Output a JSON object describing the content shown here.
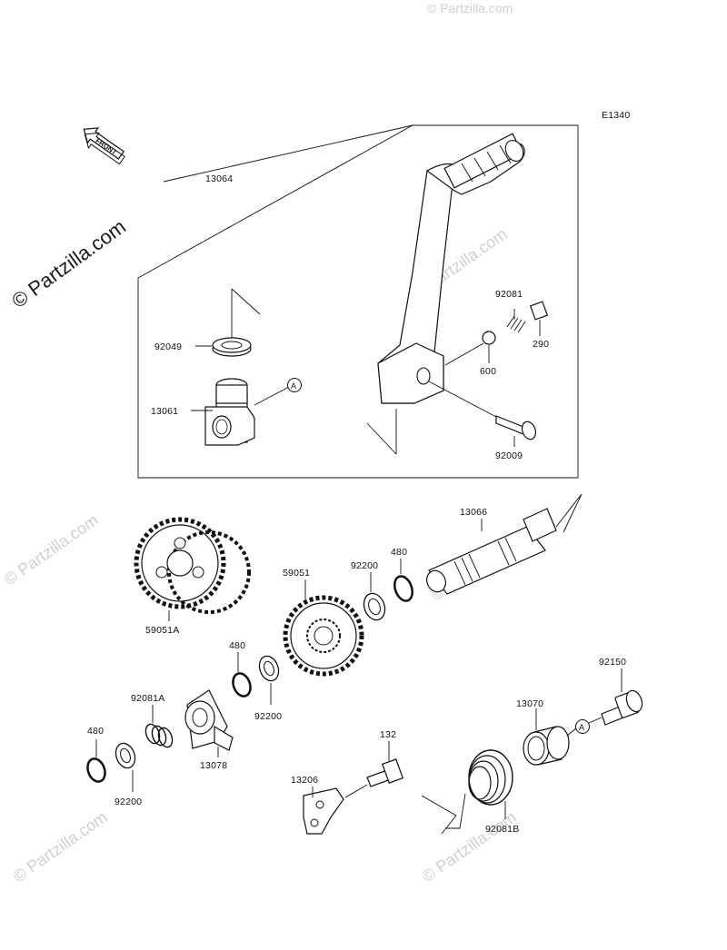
{
  "diagram": {
    "code": "E1340",
    "front_label": "FRONT",
    "watermark": "© Partzilla.com",
    "circle_marker": "A",
    "part_numbers": {
      "kick_pedal_assy": "13064",
      "washer_top": "92049",
      "boss": "13061",
      "spring_small": "92081",
      "pin_290": "290",
      "ball": "600",
      "bolt_pedal": "92009",
      "shaft": "13066",
      "gear_large": "59051A",
      "gear_mid": "59051",
      "washer_a": "92200",
      "circlip_a": "480",
      "circlip_b": "480",
      "washer_b": "92200",
      "spring_a": "92081A",
      "ratchet": "13078",
      "circlip_c": "480",
      "washer_c": "92200",
      "bolt_132": "132",
      "guide": "13206",
      "collar": "13070",
      "bolt_92150": "92150",
      "spring_b": "92081B"
    }
  }
}
